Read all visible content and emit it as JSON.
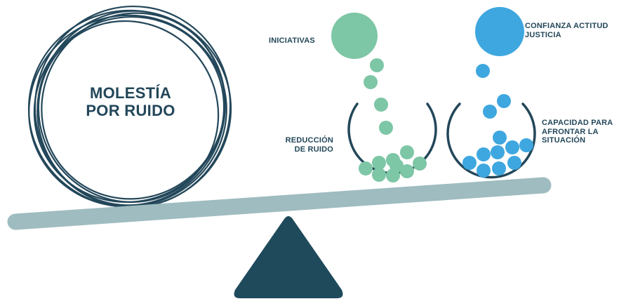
{
  "labels": {
    "annoyance_line1": "MOLESTÍA",
    "annoyance_line2": "POR RUIDO",
    "initiatives": "INICIATIVAS",
    "noise_reduction_line1": "REDUCCIÓN",
    "noise_reduction_line2": "DE RUIDO",
    "trust_line1": "CONFIANZA ACTITUD",
    "trust_line2": "JUSTICIA",
    "coping_line1": "CAPACIDAD PARA",
    "coping_line2": "AFRONTAR LA",
    "coping_line3": "SITUACIÓN"
  },
  "colors": {
    "dark": "#23475a",
    "green": "#7dc6a6",
    "blue": "#3ea7df",
    "beam": "#9fbcc0",
    "fulcrum": "#1f4a5c"
  }
}
